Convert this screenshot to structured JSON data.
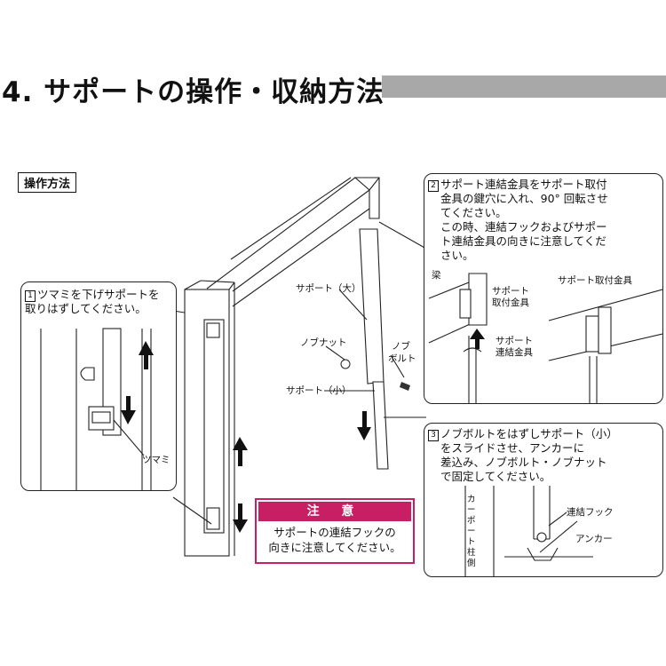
{
  "header": {
    "title": "4. サポートの操作・収納方法"
  },
  "tag": {
    "label": "操作方法"
  },
  "step1": {
    "number": "1",
    "lines": [
      "ツマミを下げサポートを",
      "取りはずしてください。"
    ],
    "label_knob": "ツマミ"
  },
  "step2": {
    "number": "2",
    "lines": [
      "サポート連結金具をサポート取付",
      "金具の鍵穴に入れ、90° 回転させ",
      "てください。",
      "この時、連結フックおよびサポー",
      "ト連結金具の向きに注意してくだ",
      "さい。"
    ],
    "label_beam": "梁",
    "label_mount_a": "サポート",
    "label_mount_b": "取付金具",
    "label_mount_c": "サポート取付金具",
    "label_joint_a": "サポート",
    "label_joint_b": "連結金具"
  },
  "step3": {
    "number": "3",
    "lines": [
      "ノブボルトをはずしサポート（小）",
      "をスライドさせ、アンカーに",
      "差込み、ノブボルト・ノブナット",
      "で固定してください。"
    ],
    "label_post": "カーポート柱側",
    "label_hook": "連結フック",
    "label_anchor": "アンカー"
  },
  "main_labels": {
    "support_large": "サポート（大）",
    "knob_nut": "ノブナット",
    "knob_bolt_a": "ノブ",
    "knob_bolt_b": "ボルト",
    "support_small": "サポート（小）"
  },
  "caution": {
    "heading": "注 意",
    "lines": [
      "サポートの連結フックの",
      "向きに注意してください。"
    ]
  },
  "colors": {
    "caution": "#c81e63",
    "title_bar": "#a8a8a8"
  }
}
